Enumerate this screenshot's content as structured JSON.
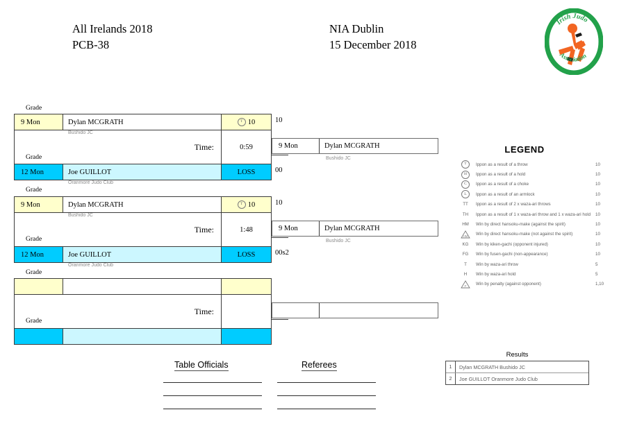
{
  "header": {
    "event": "All Irelands 2018",
    "pool": "PCB-38",
    "venue": "NIA Dublin",
    "date": "15 December 2018"
  },
  "logo": {
    "top_text": "Irish Judo",
    "bottom_text": "Association",
    "ring_color": "#22a14a",
    "figure_color": "#f26522"
  },
  "grade_label": "Grade",
  "time_label": "Time:",
  "matches": [
    {
      "top": {
        "grade": "9 Mon",
        "name": "Dylan MCGRATH",
        "club": "Bushido JC",
        "score_icon": "T",
        "score": "10",
        "outer_score": "10"
      },
      "bottom": {
        "grade": "12 Mon",
        "name": "Joe GUILLOT",
        "club": "Oranmore Judo Club",
        "score": "LOSS",
        "outer_score": "00"
      },
      "time": "0:59"
    },
    {
      "top": {
        "grade": "9 Mon",
        "name": "Dylan MCGRATH",
        "club": "Bushido JC",
        "score_icon": "T",
        "score": "10",
        "outer_score": "10"
      },
      "bottom": {
        "grade": "12 Mon",
        "name": "Joe GUILLOT",
        "club": "Oranmore Judo Club",
        "score": "LOSS",
        "outer_score": "00s2"
      },
      "time": "1:48"
    },
    {
      "top": {
        "grade": "",
        "name": "",
        "club": "",
        "score_icon": "",
        "score": "",
        "outer_score": ""
      },
      "bottom": {
        "grade": "",
        "name": "",
        "club": "",
        "score": "",
        "outer_score": ""
      },
      "time": ""
    }
  ],
  "winners": [
    {
      "grade": "9 Mon",
      "name": "Dylan MCGRATH",
      "club": "Bushido JC"
    },
    {
      "grade": "9 Mon",
      "name": "Dylan MCGRATH",
      "club": "Bushido JC"
    },
    {
      "grade": "",
      "name": "",
      "club": ""
    }
  ],
  "legend": {
    "title": "LEGEND",
    "rows": [
      {
        "icon": "circle-T",
        "symbol": "T",
        "desc": "Ippon as a result of a throw",
        "value": "10"
      },
      {
        "icon": "circle-H",
        "symbol": "H",
        "desc": "Ippon as a result of a hold",
        "value": "10"
      },
      {
        "icon": "circle-C",
        "symbol": "C",
        "desc": "Ippon as a result of a choke",
        "value": "10"
      },
      {
        "icon": "circle-L",
        "symbol": "L",
        "desc": "Ippon as a result of an armlock",
        "value": "10"
      },
      {
        "icon": "text",
        "symbol": "TT",
        "desc": "Ippon as a result of 2 x waza-ari throws",
        "value": "10"
      },
      {
        "icon": "text",
        "symbol": "TH",
        "desc": "Ippon as a result of 1 x waza-ari throw and 1 x waza-ari hold",
        "value": "10"
      },
      {
        "icon": "text",
        "symbol": "HM",
        "desc": "Win by direct hansoku-make (against the spirit)",
        "value": "10"
      },
      {
        "icon": "triangle-HM",
        "symbol": "HM",
        "desc": "Win by direct hansoku-make (not against the spirit)",
        "value": "10"
      },
      {
        "icon": "text",
        "symbol": "KG",
        "desc": "Win by kiken-gachi (opponent injured)",
        "value": "10"
      },
      {
        "icon": "text",
        "symbol": "FG",
        "desc": "Win by fusen-gachi (non-appearance)",
        "value": "10"
      },
      {
        "icon": "text",
        "symbol": "T",
        "desc": "Win by waza-ari throw",
        "value": "5"
      },
      {
        "icon": "text",
        "symbol": "H",
        "desc": "Win by waza-ari hold",
        "value": "5"
      },
      {
        "icon": "triangle-P",
        "symbol": "P",
        "desc": "Win by penalty (against opponent)",
        "value": "1,10"
      }
    ]
  },
  "signatures": {
    "officials_title": "Table Officials",
    "referees_title": "Referees"
  },
  "results": {
    "title": "Results",
    "rows": [
      {
        "pos": "1",
        "entry": "Dylan MCGRATH Bushido JC"
      },
      {
        "pos": "2",
        "entry": "Joe GUILLOT Oranmore Judo Club"
      }
    ]
  }
}
